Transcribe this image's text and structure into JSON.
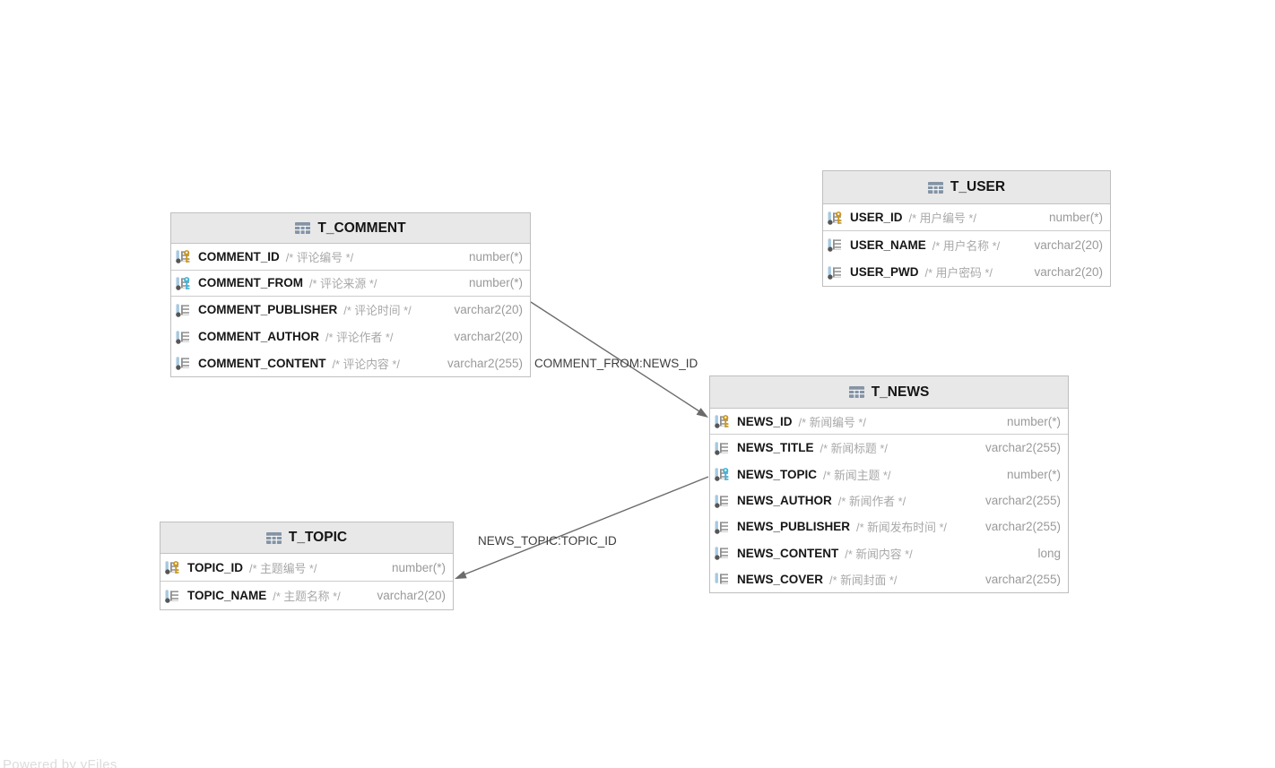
{
  "watermark": "Powered by yFiles",
  "colors": {
    "primary_key": "#c9971e",
    "foreign_key": "#3fb3d8",
    "column_blue": "#a6c9e0",
    "header_bg": "#e8e8e8",
    "border": "#bfbfbf",
    "arrow": "#6b6b6b"
  },
  "tables": [
    {
      "title": "T_COMMENT",
      "columns": [
        {
          "name": "COMMENT_ID",
          "comment": "/* 评论编号 */",
          "type": "number(*)",
          "key": "pk",
          "nullable": false,
          "separator": true
        },
        {
          "name": "COMMENT_FROM",
          "comment": "/* 评论来源 */",
          "type": "number(*)",
          "key": "fk",
          "nullable": false,
          "separator": true
        },
        {
          "name": "COMMENT_PUBLISHER",
          "comment": "/* 评论时间 */",
          "type": "varchar2(20)",
          "key": null,
          "nullable": false,
          "separator": false
        },
        {
          "name": "COMMENT_AUTHOR",
          "comment": "/* 评论作者 */",
          "type": "varchar2(20)",
          "key": null,
          "nullable": false,
          "separator": false
        },
        {
          "name": "COMMENT_CONTENT",
          "comment": "/* 评论内容 */",
          "type": "varchar2(255)",
          "key": null,
          "nullable": false,
          "separator": false
        }
      ]
    },
    {
      "title": "T_USER",
      "columns": [
        {
          "name": "USER_ID",
          "comment": "/* 用户编号 */",
          "type": "number(*)",
          "key": "pk",
          "nullable": false,
          "separator": true
        },
        {
          "name": "USER_NAME",
          "comment": "/* 用户名称 */",
          "type": "varchar2(20)",
          "key": null,
          "nullable": false,
          "separator": false
        },
        {
          "name": "USER_PWD",
          "comment": "/* 用户密码 */",
          "type": "varchar2(20)",
          "key": null,
          "nullable": false,
          "separator": false
        }
      ]
    },
    {
      "title": "T_NEWS",
      "columns": [
        {
          "name": "NEWS_ID",
          "comment": "/* 新闻编号 */",
          "type": "number(*)",
          "key": "pk",
          "nullable": false,
          "separator": true
        },
        {
          "name": "NEWS_TITLE",
          "comment": "/* 新闻标题 */",
          "type": "varchar2(255)",
          "key": null,
          "nullable": false,
          "separator": false
        },
        {
          "name": "NEWS_TOPIC",
          "comment": "/* 新闻主题 */",
          "type": "number(*)",
          "key": "fk",
          "nullable": false,
          "separator": false
        },
        {
          "name": "NEWS_AUTHOR",
          "comment": "/* 新闻作者 */",
          "type": "varchar2(255)",
          "key": null,
          "nullable": false,
          "separator": false
        },
        {
          "name": "NEWS_PUBLISHER",
          "comment": "/* 新闻发布时间 */",
          "type": "varchar2(255)",
          "key": null,
          "nullable": false,
          "separator": false
        },
        {
          "name": "NEWS_CONTENT",
          "comment": "/* 新闻内容 */",
          "type": "long",
          "key": null,
          "nullable": false,
          "separator": false
        },
        {
          "name": "NEWS_COVER",
          "comment": "/* 新闻封面 */",
          "type": "varchar2(255)",
          "key": null,
          "nullable": true,
          "separator": false
        }
      ]
    },
    {
      "title": "T_TOPIC",
      "columns": [
        {
          "name": "TOPIC_ID",
          "comment": "/* 主题编号 */",
          "type": "number(*)",
          "key": "pk",
          "nullable": false,
          "separator": true
        },
        {
          "name": "TOPIC_NAME",
          "comment": "/* 主题名称 */",
          "type": "varchar2(20)",
          "key": null,
          "nullable": false,
          "separator": false
        }
      ]
    }
  ],
  "relations": [
    {
      "label": "COMMENT_FROM:NEWS_ID",
      "from": "T_COMMENT.COMMENT_FROM",
      "to": "T_NEWS.NEWS_ID"
    },
    {
      "label": "NEWS_TOPIC:TOPIC_ID",
      "from": "T_NEWS.NEWS_TOPIC",
      "to": "T_TOPIC.TOPIC_ID"
    }
  ]
}
